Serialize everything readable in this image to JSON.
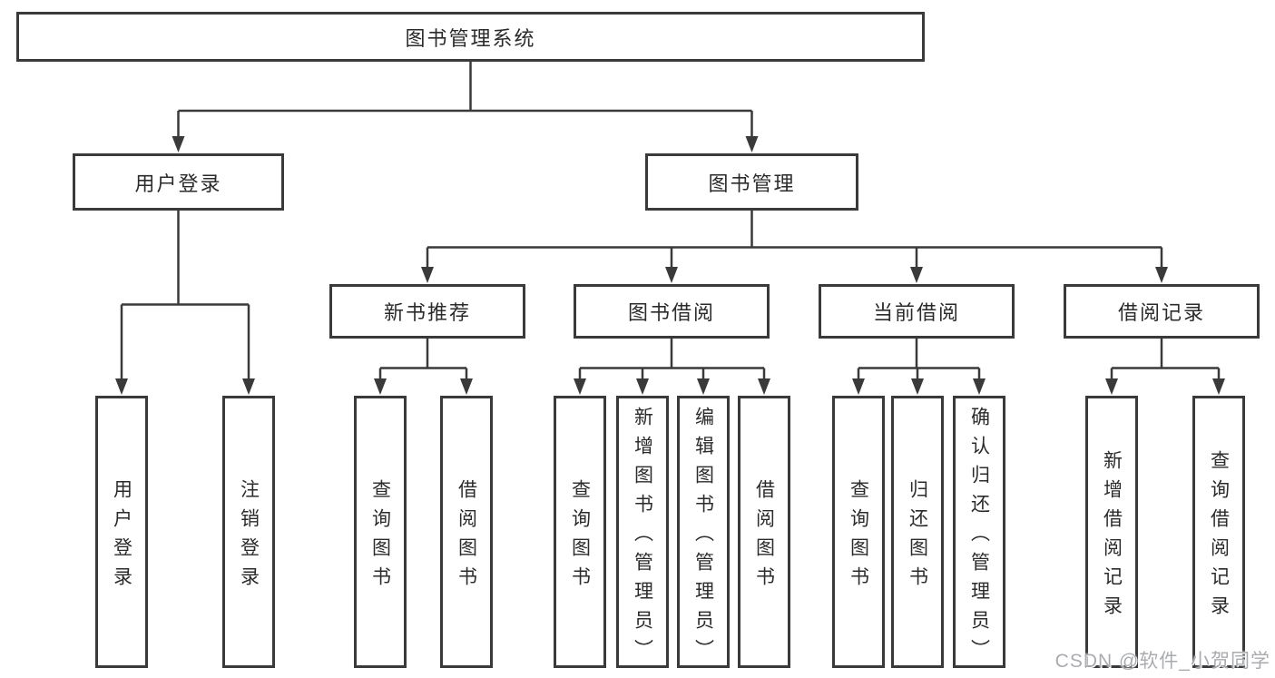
{
  "diagram": {
    "root": {
      "label": "图书管理系统"
    },
    "login_branch": {
      "label": "用户登录",
      "children": [
        {
          "label": "用户登录"
        },
        {
          "label": "注销登录"
        }
      ]
    },
    "management_branch": {
      "label": "图书管理",
      "groups": [
        {
          "label": "新书推荐",
          "children": [
            {
              "label": "查询图书"
            },
            {
              "label": "借阅图书"
            }
          ]
        },
        {
          "label": "图书借阅",
          "children": [
            {
              "label": "查询图书"
            },
            {
              "label": "新增图书（管理员）"
            },
            {
              "label": "编辑图书（管理员）"
            },
            {
              "label": "借阅图书"
            }
          ]
        },
        {
          "label": "当前借阅",
          "children": [
            {
              "label": "查询图书"
            },
            {
              "label": "归还图书"
            },
            {
              "label": "确认归还（管理员）"
            }
          ]
        },
        {
          "label": "借阅记录",
          "children": [
            {
              "label": "新增借阅记录"
            },
            {
              "label": "查询借阅记录"
            }
          ]
        }
      ]
    }
  },
  "watermark": {
    "text": "CSDN @软件_小贺同学"
  },
  "colors": {
    "background": "#ffffff",
    "box_fill": "#ffffff",
    "box_border": "#3a3a3a",
    "line": "#3a3a3a",
    "text": "#2b2b2b",
    "watermark": "#a9abb0"
  }
}
